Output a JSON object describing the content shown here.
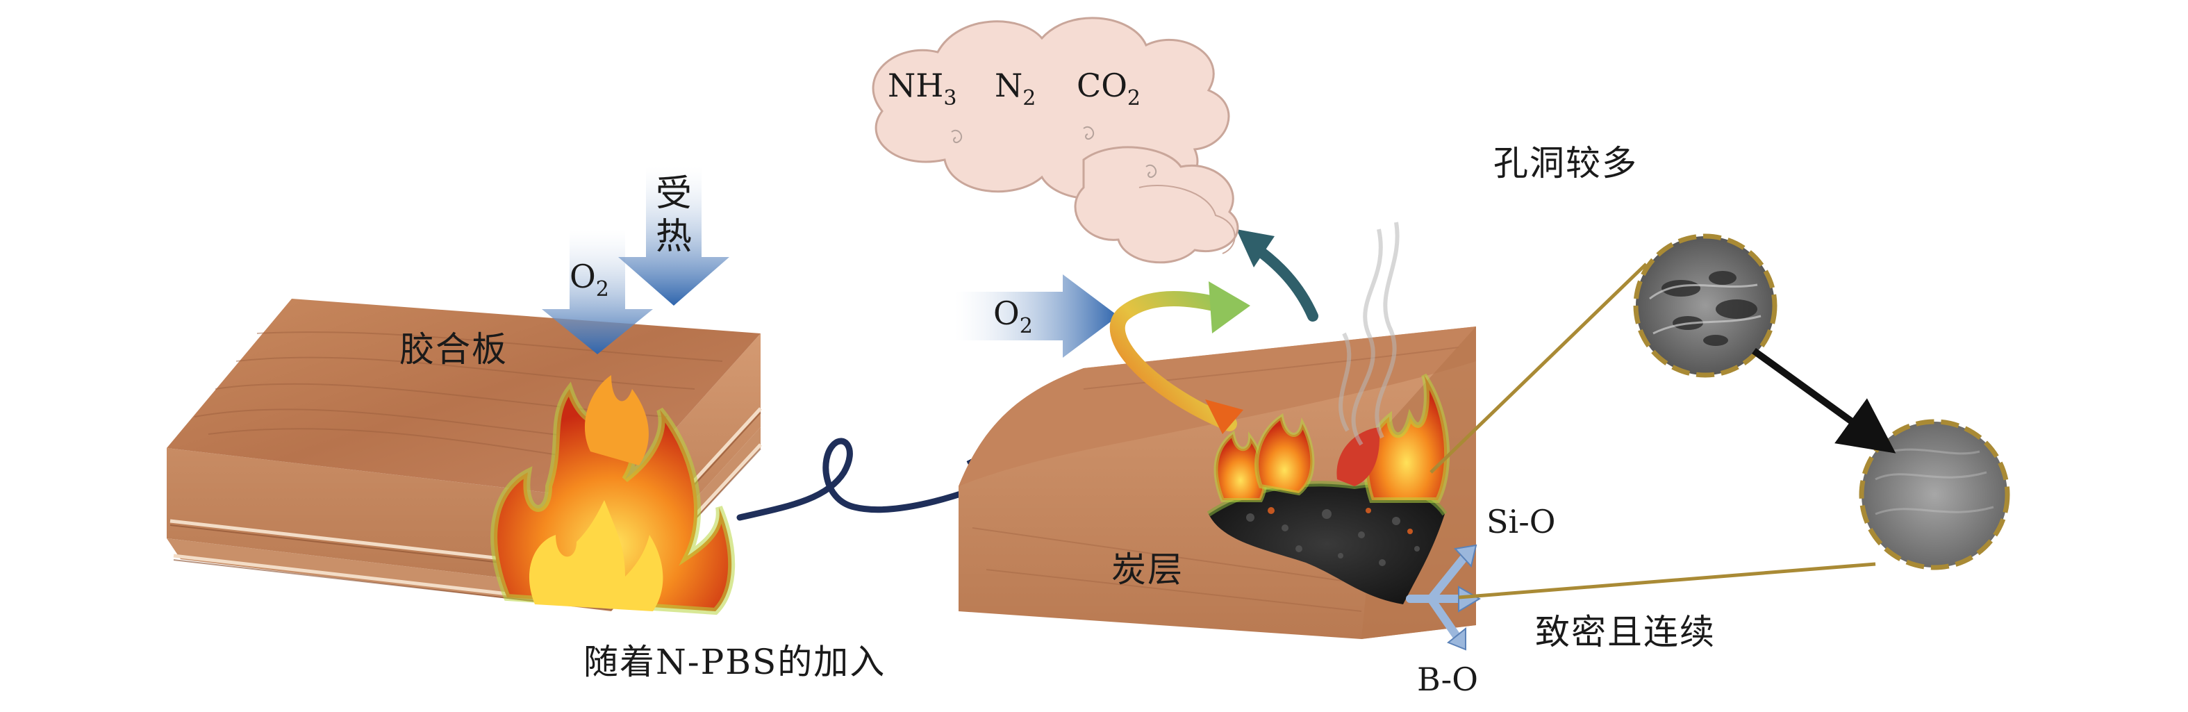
{
  "left_panel": {
    "board_label": "胶合板",
    "oxygen_label": "O",
    "oxygen_sub": "2",
    "heat_label_1": "受",
    "heat_label_2": "热"
  },
  "middle_panel": {
    "oxygen_label": "O",
    "oxygen_sub": "2",
    "char_label": "炭层",
    "caption": "随着N-PBS的加入",
    "bond_si": "Si-O",
    "bond_b": "B-O"
  },
  "gases": [
    {
      "main": "NH",
      "sub": "3"
    },
    {
      "main": "N",
      "sub": "2"
    },
    {
      "main": "CO",
      "sub": "2"
    }
  ],
  "right_panel": {
    "porous_label": "孔洞较多",
    "dense_label": "致密且连续"
  },
  "colors": {
    "wood_top": "#b9764f",
    "wood_side": "#c88c64",
    "flame": "#f26a1b",
    "arrow_blue": "#3a6fb3",
    "dark_navy": "#1f2f5a",
    "gold_border": "#a98a35",
    "cloud_fill": "#f5dcd3"
  }
}
